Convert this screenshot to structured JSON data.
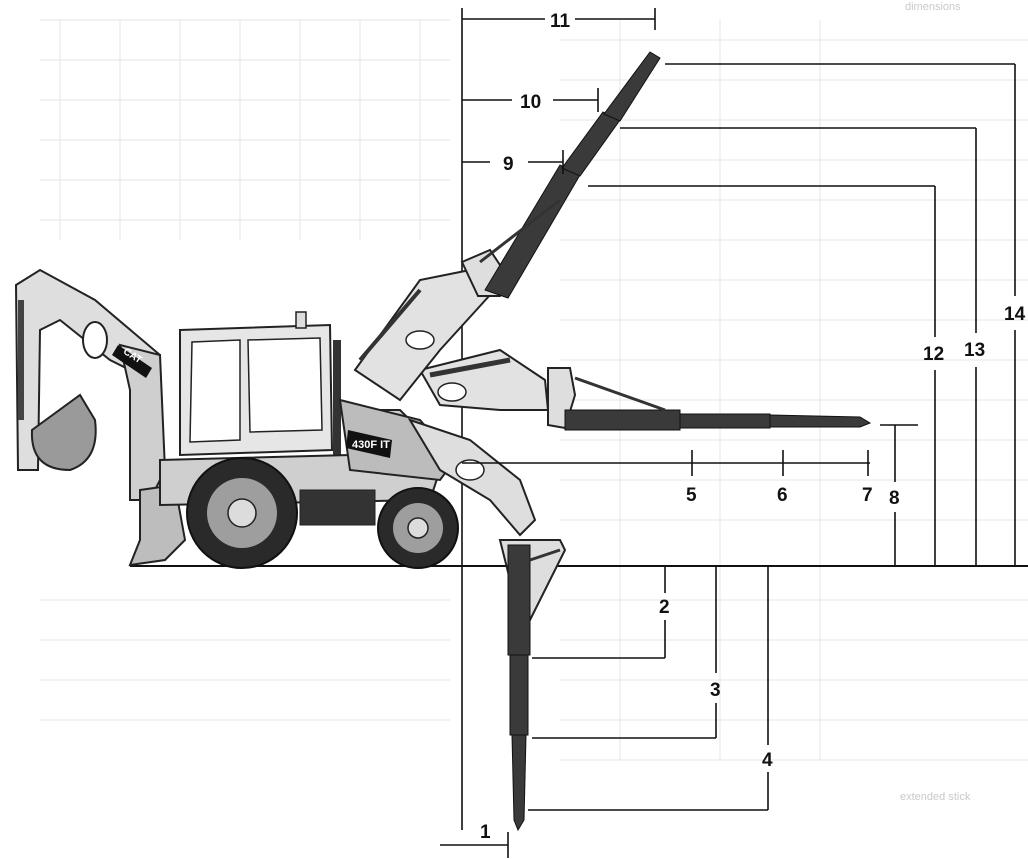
{
  "diagram": {
    "dimension_labels": [
      "1",
      "2",
      "3",
      "4",
      "5",
      "6",
      "7",
      "8",
      "9",
      "10",
      "11",
      "12",
      "13",
      "14"
    ],
    "background_labels": {
      "header_text": "dimensions",
      "footer_text": "extended stick",
      "model_decal": "430F IT",
      "brand_decal": "CAT"
    }
  },
  "colors": {
    "ink": "#111111",
    "body_light": "#dedede",
    "body_mid": "#b8b8b8",
    "arm_dark": "#3a3a3a",
    "tire": "#2a2a2a",
    "background_grid": "#e4e4e4"
  }
}
